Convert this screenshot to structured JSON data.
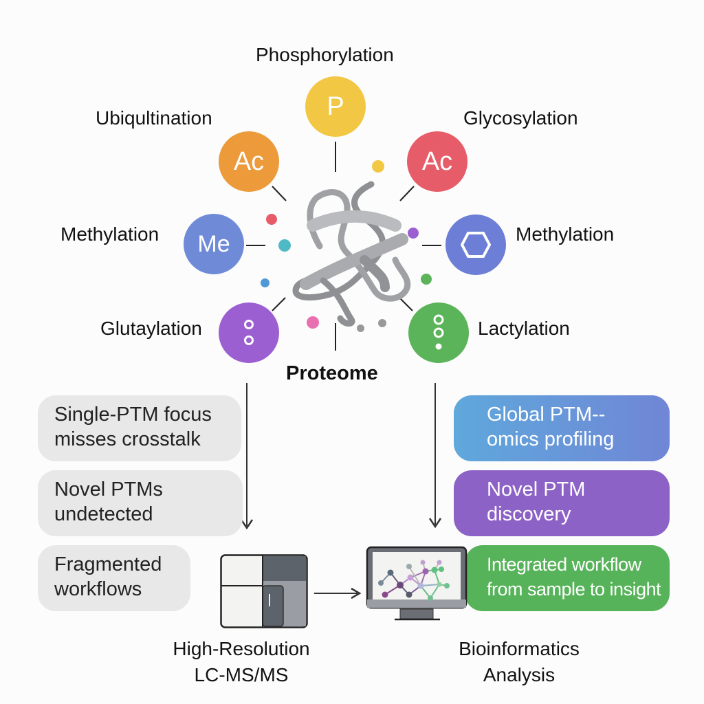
{
  "diagram": {
    "center": {
      "label": "Proteome",
      "icon": "protein-ribbon-icon"
    },
    "ptm_nodes": [
      {
        "id": "phosphorylation",
        "label": "Phosphorylation",
        "symbol": "P",
        "color": "#f2c744"
      },
      {
        "id": "ubiquitination",
        "label": "Ubiqultination",
        "symbol": "Ac",
        "color": "#ec9a3a"
      },
      {
        "id": "glycosylation",
        "label": "Glycosylation",
        "symbol": "Ac",
        "color": "#e65c68"
      },
      {
        "id": "methylation-left",
        "label": "Methylation",
        "symbol": "Me",
        "color": "#6f8bd8"
      },
      {
        "id": "methylation-right",
        "label": "Methylation",
        "symbol": "hexagon",
        "color": "#6c7ed6"
      },
      {
        "id": "glutaylation",
        "label": "Glutaylation",
        "symbol": "two-rings",
        "color": "#9b5fd1"
      },
      {
        "id": "lactylation",
        "label": "Lactylation",
        "symbol": "rings-and-dot",
        "color": "#5bb35a"
      }
    ],
    "challenges": [
      {
        "line1": "Single-PTM focus",
        "line2": "misses crosstalk"
      },
      {
        "line1": "Novel PTMs",
        "line2": "undetected"
      },
      {
        "line1": "Fragmented",
        "line2": "workflows"
      }
    ],
    "solutions": [
      {
        "line1": "Global PTM--",
        "line2": "omics profiling",
        "color_start": "#5fa8dc",
        "color_end": "#7086d6"
      },
      {
        "line1": "Novel PTM",
        "line2": "discovery",
        "color_start": "#8d62c6",
        "color_end": "#8d62c6"
      },
      {
        "line1": "Integrated workflow",
        "line2": "from sample to insight",
        "color_start": "#57b35a",
        "color_end": "#57b35a"
      }
    ],
    "instruments": [
      {
        "line1": "High-Resolution",
        "line2": "LC-MS/MS",
        "icon": "mass-spectrometer-icon"
      },
      {
        "line1": "Bioinformatics",
        "line2": "Analysis",
        "icon": "computer-monitor-network-icon"
      }
    ]
  }
}
